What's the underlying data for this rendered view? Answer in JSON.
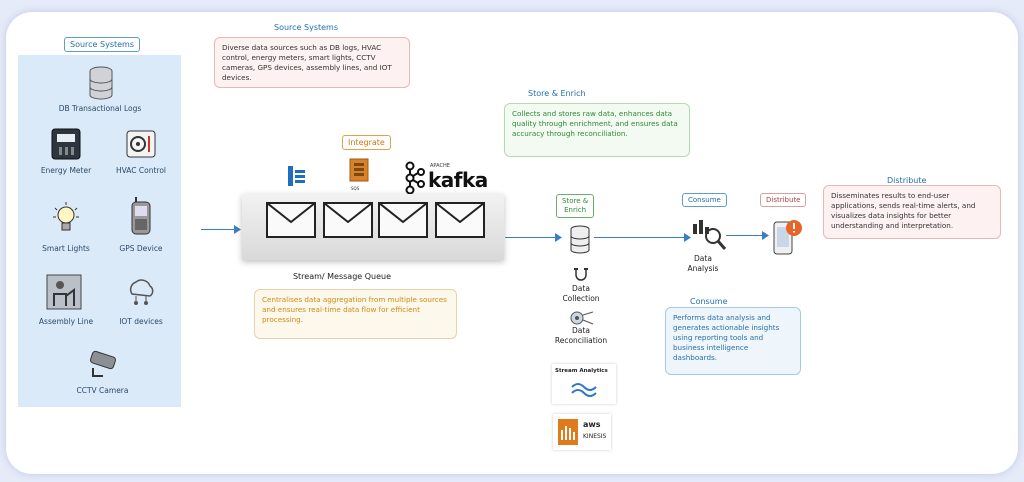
{
  "source_panel": {
    "tag": "Source Systems",
    "items": [
      {
        "label": "DB Transactional Logs",
        "icon": "database-icon"
      },
      {
        "label": "Energy Meter",
        "icon": "energy-meter-icon"
      },
      {
        "label": "HVAC Control",
        "icon": "hvac-icon"
      },
      {
        "label": "Smart Lights",
        "icon": "light-bulb-icon"
      },
      {
        "label": "GPS Device",
        "icon": "gps-device-icon"
      },
      {
        "label": "Assembly Line",
        "icon": "assembly-line-icon"
      },
      {
        "label": "IOT devices",
        "icon": "iot-icon"
      },
      {
        "label": "CCTV Camera",
        "icon": "cctv-camera-icon"
      }
    ]
  },
  "source_note": {
    "title": "Source Systems",
    "text": "Diverse data sources such as DB logs, HVAC control, energy meters, smart lights, CCTV cameras, GPS devices, assembly lines, and IOT devices."
  },
  "integrate": {
    "tag": "Integrate",
    "logos": {
      "sqs_caption": "SQS",
      "kafka_small": "APACHE",
      "kafka": "kafka"
    },
    "queue_label": "Stream/ Message Queue",
    "note": "Centralises data aggregation from multiple sources and ensures real-time data flow for efficient processing."
  },
  "store": {
    "note_title": "Store & Enrich",
    "note": "Collects and stores raw data, enhances data quality through enrichment, and ensures data accuracy through reconciliation.",
    "tag_line1": "Store &",
    "tag_line2": "Enrich",
    "collection_line1": "Data",
    "collection_line2": "Collection",
    "recon_line1": "Data",
    "recon_line2": "Reconciliation",
    "stream_analytics": "Stream Analytics",
    "aws": "aws",
    "kinesis": "KINESIS"
  },
  "consume": {
    "tag": "Consume",
    "label_line1": "Data",
    "label_line2": "Analysis",
    "note_title": "Consume",
    "note": "Performs data analysis and generates actionable insights using reporting tools and business intelligence dashboards."
  },
  "distribute": {
    "tag": "Distribute",
    "note_title": "Distribute",
    "note": "Disseminates results to end-user applications, sends real-time alerts, and visualizes data insights for better understanding and interpretation."
  },
  "colors": {
    "accent": "#1f6fa8",
    "arrow": "#3a7fc0",
    "orange": "#e0a24a",
    "green": "#2e8a38"
  }
}
